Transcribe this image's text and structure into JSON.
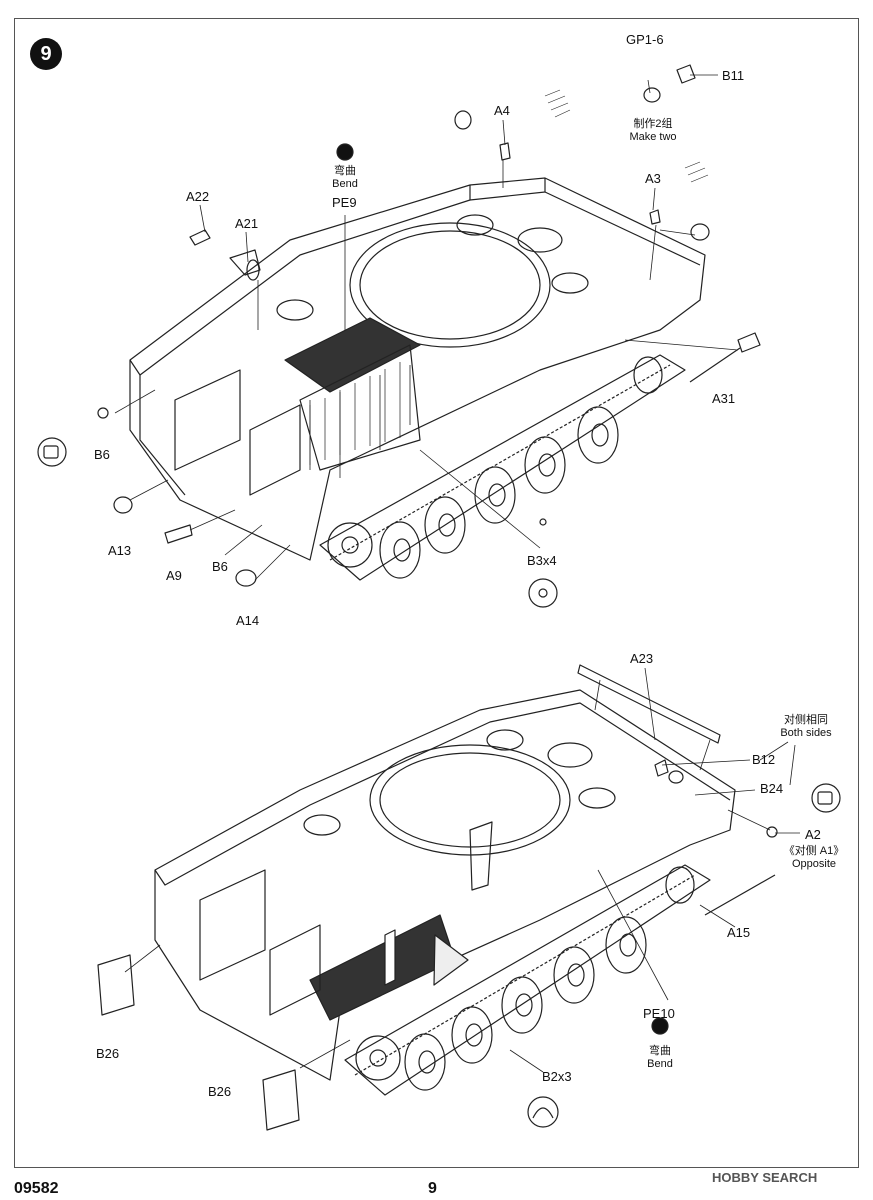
{
  "step_number": "9",
  "labels": {
    "gp1_6": "GP1-6",
    "b11": "B11",
    "make_two_cn": "制作2组",
    "make_two_en": "Make two",
    "a4": "A4",
    "a3": "A3",
    "bend_cn_1": "弯曲",
    "bend_en_1": "Bend",
    "pe9": "PE9",
    "a22": "A22",
    "a21": "A21",
    "a31": "A31",
    "b6_left": "B6",
    "a13": "A13",
    "a9": "A9",
    "b6_bottom": "B6",
    "a14": "A14",
    "b3x4": "B3x4",
    "a23": "A23",
    "both_sides_cn": "对侧相同",
    "both_sides_en": "Both sides",
    "b12": "B12",
    "b24": "B24",
    "a2": "A2",
    "opposite_cn": "《对侧 A1》",
    "opposite_en": "Opposite",
    "a15": "A15",
    "pe10": "PE10",
    "bend_cn_2": "弯曲",
    "bend_en_2": "Bend",
    "b26_left": "B26",
    "b26_bottom": "B26",
    "b2x3": "B2x3"
  },
  "footer": {
    "kit_number": "09582",
    "page_number": "9"
  },
  "watermark": "HOBBY SEARCH"
}
